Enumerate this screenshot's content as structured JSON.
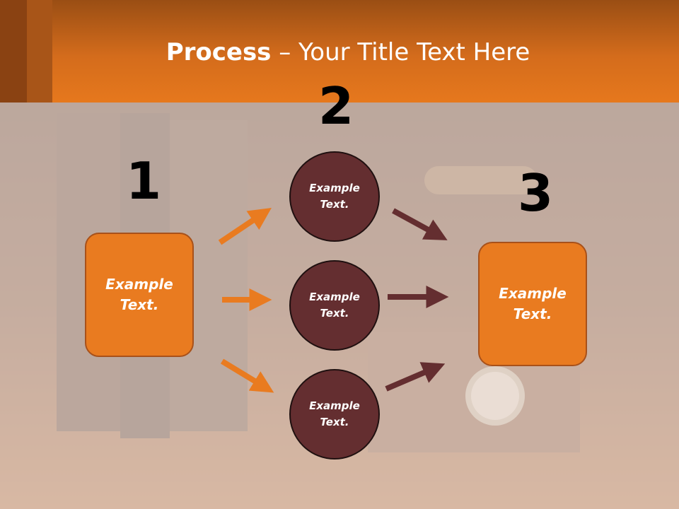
{
  "slide": {
    "title_bold": "Process",
    "title_rest": " – Your Title Text Here"
  },
  "steps": {
    "step1": {
      "number": "1",
      "box_text_line1": "Example",
      "box_text_line2": "Text."
    },
    "step2": {
      "number": "2",
      "circles": [
        {
          "line1": "Example",
          "line2": "Text."
        },
        {
          "line1": "Example",
          "line2": "Text."
        },
        {
          "line1": "Example",
          "line2": "Text."
        }
      ]
    },
    "step3": {
      "number": "3",
      "box_text_line1": "Example",
      "box_text_line2": "Text."
    }
  },
  "colors": {
    "header_orange": "#e6781d",
    "box_orange": "#e97b20",
    "circle_brown": "#642e30",
    "arrow_orange": "#e97b20",
    "arrow_brown": "#642e30"
  }
}
